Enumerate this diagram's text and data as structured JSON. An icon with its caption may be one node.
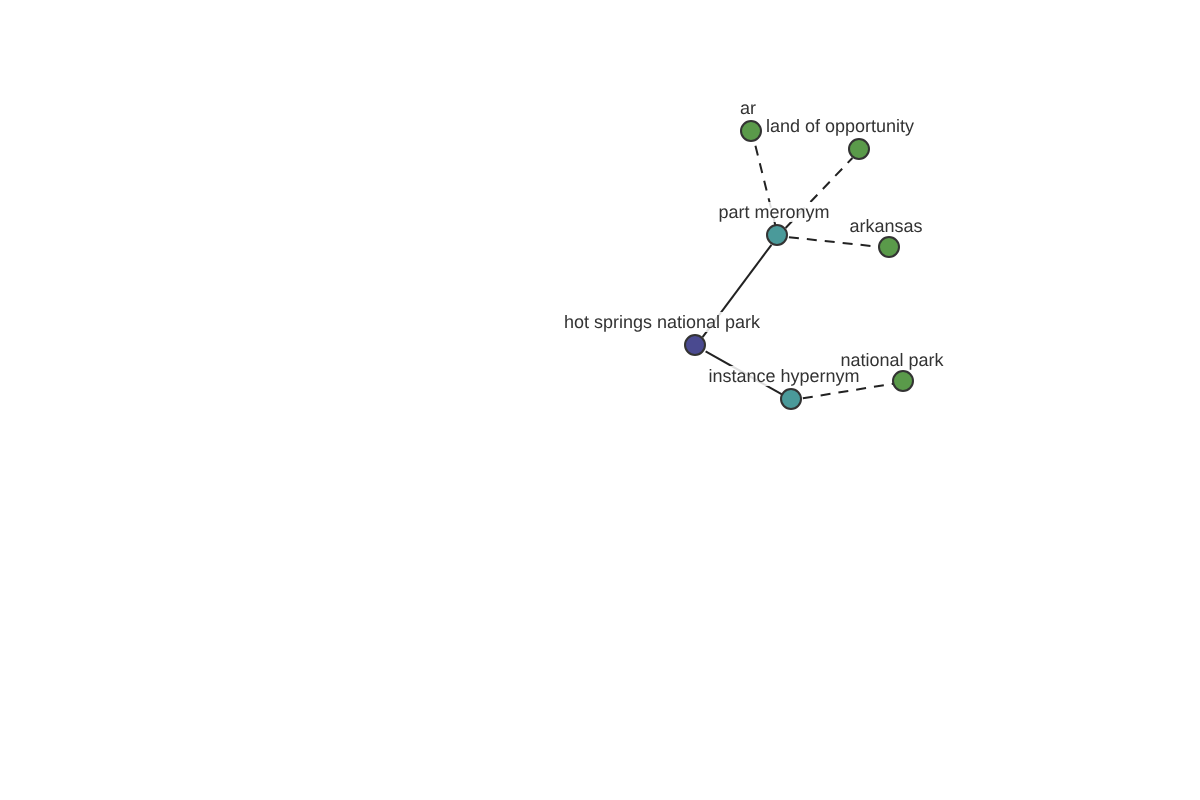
{
  "diagram": {
    "nodes": [
      {
        "text": [
          "hot springs national park"
        ]
      },
      {
        "text": [
          "part meronym"
        ]
      },
      {
        "text": [
          "instance hypernym"
        ]
      },
      {
        "text": [
          "ar"
        ]
      },
      {
        "text": [
          "land of opportunity"
        ]
      },
      {
        "text": [
          "arkansas"
        ]
      },
      {
        "text": [
          "national park"
        ]
      }
    ],
    "edges": [
      {
        "from": 0,
        "to": 1,
        "arrow": "none"
      },
      {
        "from": 0,
        "to": 2,
        "arrow": "none"
      },
      {
        "from": 1,
        "to": 3,
        "arrow": "none",
        "style": "dashed"
      },
      {
        "from": 1,
        "to": 4,
        "arrow": "none",
        "style": "dashed"
      },
      {
        "from": 1,
        "to": 5,
        "arrow": "none",
        "style": "dashed"
      },
      {
        "from": 2,
        "to": 6,
        "arrow": "none",
        "style": "dashed"
      }
    ]
  }
}
